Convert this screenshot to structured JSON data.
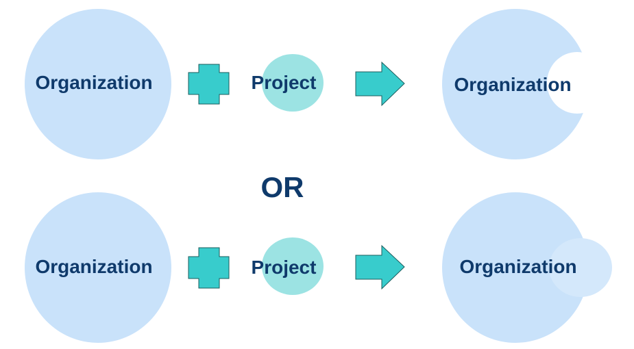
{
  "colors": {
    "organization_fill": "#c9e2fa",
    "organization_overlap_fill": "#d4e8fb",
    "project_fill": "#9ce3e3",
    "operator_fill": "#38cccc",
    "operator_stroke": "#1b5b5b",
    "label_color": "#0f3a6b",
    "background": "#ffffff"
  },
  "icons": {
    "plus": "plus-icon",
    "arrow": "arrow-right-icon"
  },
  "rows": [
    {
      "organization_label": "Organization",
      "project_label": "Project",
      "result_label": "Organization",
      "result_style": "project-removed"
    },
    {
      "organization_label": "Organization",
      "project_label": "Project",
      "result_label": "Organization",
      "result_style": "project-attached"
    }
  ],
  "separator_label": "OR"
}
